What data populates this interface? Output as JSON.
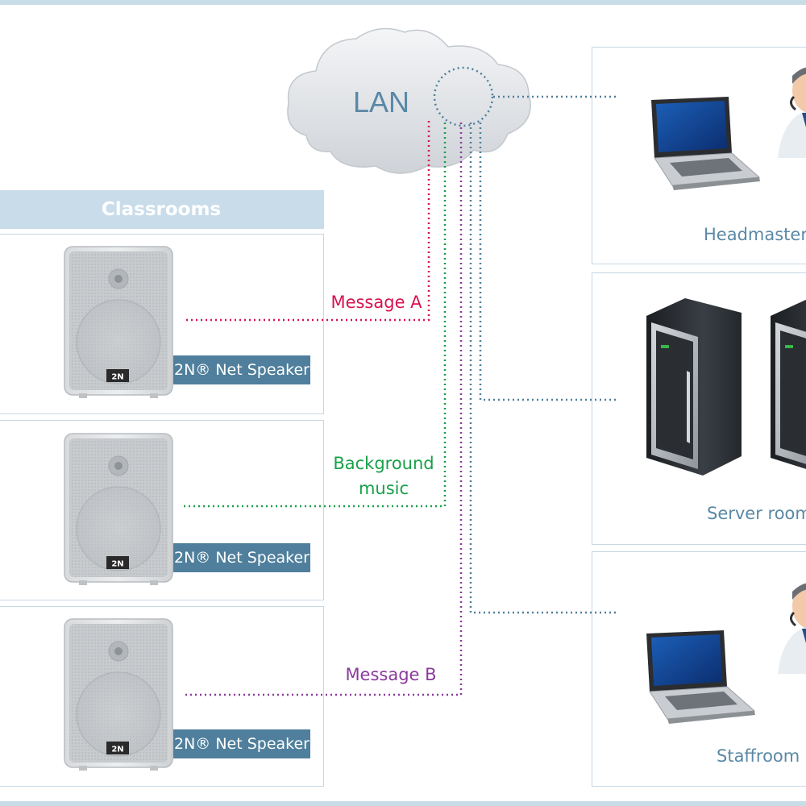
{
  "cloud": {
    "label": "LAN"
  },
  "classrooms": {
    "header": "Classrooms",
    "speakers": [
      {
        "label": "2N® Net Speaker",
        "logo": "2N"
      },
      {
        "label": "2N® Net Speaker",
        "logo": "2N"
      },
      {
        "label": "2N® Net Speaker",
        "logo": "2N"
      }
    ]
  },
  "messages": [
    {
      "text": "Message A",
      "color": "#d9124f"
    },
    {
      "text": "Background music",
      "color": "#17a049"
    },
    {
      "text": "Message B",
      "color": "#8b3a9c"
    }
  ],
  "rooms": [
    {
      "label": "Headmaster",
      "icon": "laptop-user-icon"
    },
    {
      "label": "Server room",
      "icon": "server-rack-icon"
    },
    {
      "label": "Staffroom",
      "icon": "laptop-user-icon"
    }
  ],
  "colors": {
    "lan_line": "#4f7f9c",
    "panel_border": "#c5d8e4",
    "header_bg": "#c9dcea",
    "tag_bg": "#4f7f9c"
  }
}
